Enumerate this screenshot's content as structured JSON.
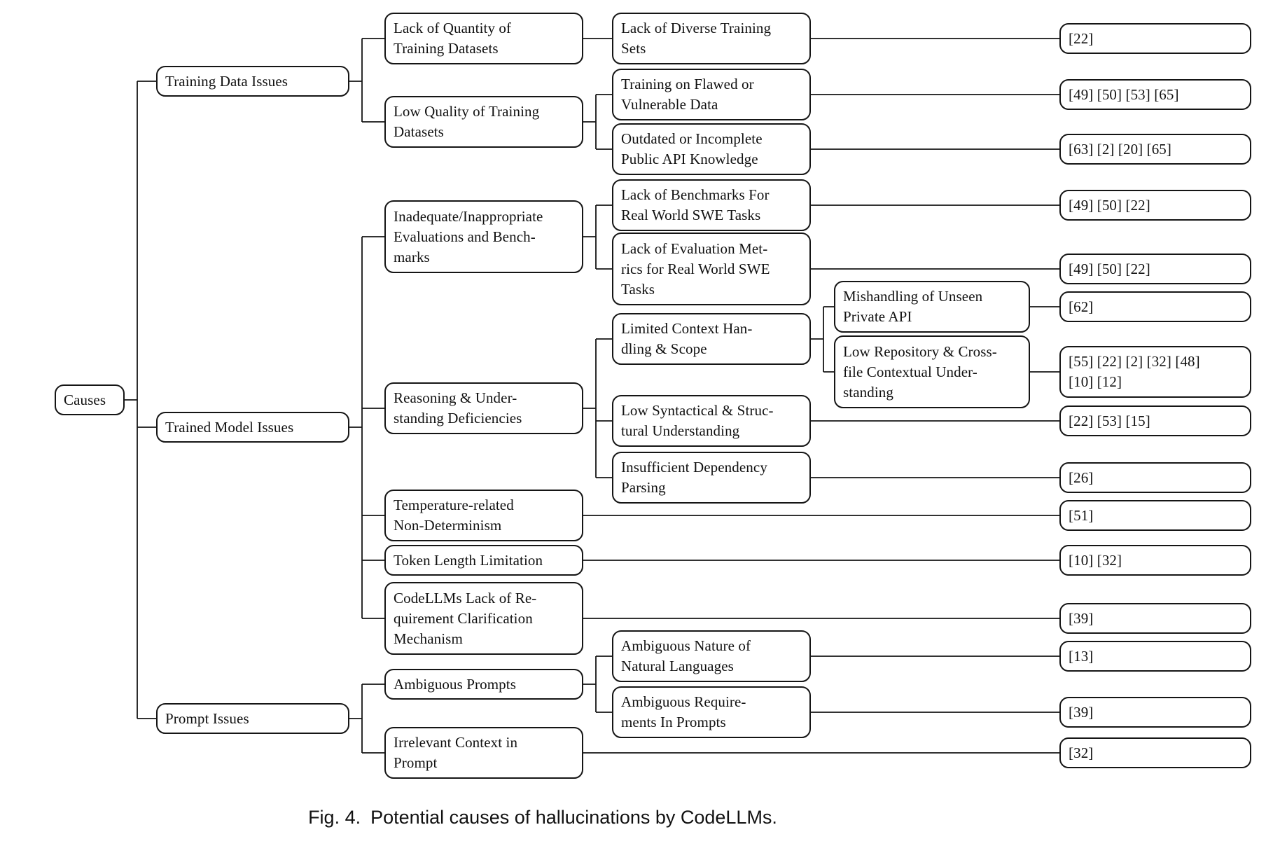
{
  "colors": {
    "ink": "#111111",
    "background": "#ffffff"
  },
  "figure": {
    "caption_label": "Fig. 4.",
    "caption_text": "Potential causes of hallucinations by CodeLLMs."
  },
  "tree": {
    "label": "Causes",
    "children": [
      {
        "label": "Training Data Issues",
        "children": [
          {
            "label": "Lack of Quantity of\nTraining Datasets",
            "children": [
              {
                "label": "Lack of Diverse Training\nSets",
                "refs": {
                  "label": "[22]"
                }
              }
            ]
          },
          {
            "label": "Low Quality of Training\nDatasets",
            "children": [
              {
                "label": "Training on Flawed or\nVulnerable Data",
                "refs": {
                  "label": "[49] [50] [53] [65]"
                }
              },
              {
                "label": "Outdated or Incomplete\nPublic API Knowledge",
                "refs": {
                  "label": "[63] [2] [20] [65]"
                }
              }
            ]
          }
        ]
      },
      {
        "label": "Trained Model Issues",
        "children": [
          {
            "label": "Inadequate/Inappropriate\nEvaluations and Bench-\nmarks",
            "children": [
              {
                "label": "Lack of Benchmarks For\nReal World SWE Tasks",
                "refs": {
                  "label": "[49] [50] [22]"
                }
              },
              {
                "label": "Lack of Evaluation Met-\nrics for Real World SWE\nTasks",
                "refs": {
                  "label": "[49] [50] [22]"
                }
              }
            ]
          },
          {
            "label": "Reasoning & Under-\nstanding Deficiencies",
            "children": [
              {
                "label": "Limited Context Han-\ndling & Scope",
                "children": [
                  {
                    "label": "Mishandling of Unseen\nPrivate API",
                    "refs": {
                      "label": "[62]"
                    }
                  },
                  {
                    "label": "Low Repository & Cross-\nfile Contextual Under-\nstanding",
                    "refs": {
                      "label": "[55] [22] [2] [32] [48]\n[10] [12]"
                    }
                  }
                ]
              },
              {
                "label": "Low Syntactical & Struc-\ntural Understanding",
                "refs": {
                  "label": "[22] [53] [15]"
                }
              },
              {
                "label": "Insufficient Dependency\nParsing",
                "refs": {
                  "label": "[26]"
                }
              }
            ]
          },
          {
            "label": "Temperature-related\nNon-Determinism",
            "refs": {
              "label": "[51]"
            }
          },
          {
            "label": "Token Length Limitation",
            "refs": {
              "label": "[10] [32]"
            }
          },
          {
            "label": "CodeLLMs Lack of Re-\nquirement Clarification\nMechanism",
            "refs": {
              "label": "[39]"
            }
          }
        ]
      },
      {
        "label": "Prompt Issues",
        "children": [
          {
            "label": "Ambiguous Prompts",
            "children": [
              {
                "label": "Ambiguous Nature of\nNatural Languages",
                "refs": {
                  "label": "[13]"
                }
              },
              {
                "label": "Ambiguous Require-\nments In Prompts",
                "refs": {
                  "label": "[39]"
                }
              }
            ]
          },
          {
            "label": "Irrelevant Context in\nPrompt",
            "refs": {
              "label": "[32]"
            }
          }
        ]
      }
    ]
  }
}
